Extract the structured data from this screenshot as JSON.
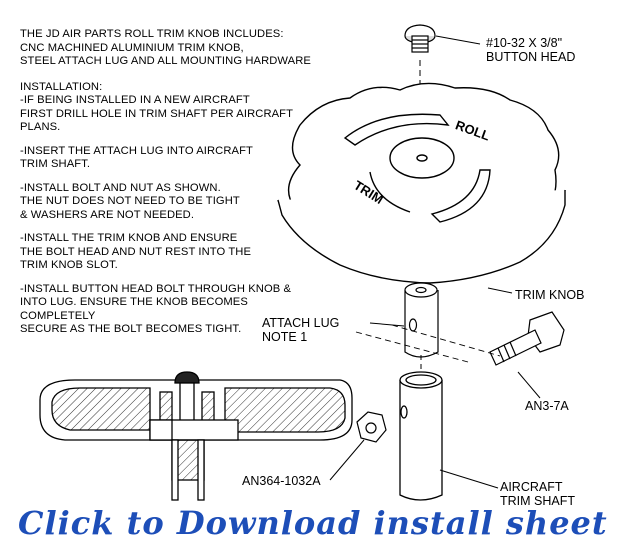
{
  "instructions": {
    "intro": "THE JD AIR PARTS ROLL TRIM KNOB INCLUDES:\nCNC MACHINED ALUMINIUM TRIM KNOB,\nSTEEL ATTACH LUG AND ALL MOUNTING HARDWARE",
    "step1": "INSTALLATION:\n-IF BEING INSTALLED IN A NEW AIRCRAFT\nFIRST DRILL HOLE IN TRIM SHAFT PER AIRCRAFT\nPLANS.",
    "step2": "-INSERT THE ATTACH LUG INTO AIRCRAFT\nTRIM SHAFT.",
    "step3": "-INSTALL BOLT AND NUT AS SHOWN.\nTHE NUT DOES NOT NEED TO BE TIGHT\n& WASHERS ARE NOT NEEDED.",
    "step4": "-INSTALL THE TRIM KNOB AND ENSURE\nTHE BOLT HEAD AND NUT REST INTO THE\nTRIM KNOB SLOT.",
    "step5": "-INSTALL BUTTON HEAD BOLT THROUGH KNOB &\nINTO LUG. ENSURE THE KNOB BECOMES COMPLETELY\nSECURE AS THE BOLT BECOMES TIGHT."
  },
  "callouts": {
    "button_head": "#10-32 X 3/8\"\nBUTTON HEAD",
    "trim_knob": "TRIM KNOB",
    "attach_lug": "ATTACH LUG\nNOTE 1",
    "an3": "AN3-7A",
    "an364": "AN364-1032A",
    "trim_shaft": "AIRCRAFT\nTRIM SHAFT"
  },
  "knob_labels": {
    "roll": "ROLL",
    "trim": "TRIM"
  },
  "download_link": "Click to Download install sheet"
}
